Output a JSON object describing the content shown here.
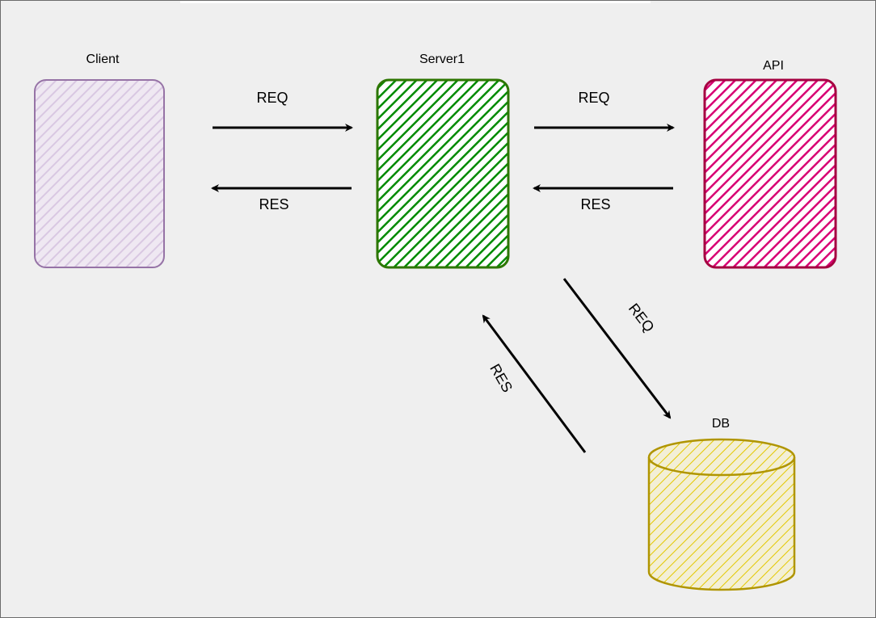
{
  "diagram": {
    "nodes": {
      "client": {
        "label": "Client",
        "stroke": "#9673a6",
        "fill": "#e1d5e7"
      },
      "server1": {
        "label": "Server1",
        "stroke": "#2d7600",
        "fill": "#008a00"
      },
      "api": {
        "label": "API",
        "stroke": "#a50040",
        "fill": "#d80073"
      },
      "db": {
        "label": "DB",
        "stroke": "#b09500",
        "fill": "#e3c800"
      }
    },
    "edges": {
      "client_to_server_req": {
        "label": "REQ"
      },
      "server_to_client_res": {
        "label": "RES"
      },
      "server_to_api_req": {
        "label": "REQ"
      },
      "api_to_server_res": {
        "label": "RES"
      },
      "server_to_db_req": {
        "label": "REQ"
      },
      "db_to_server_res": {
        "label": "RES"
      }
    }
  }
}
